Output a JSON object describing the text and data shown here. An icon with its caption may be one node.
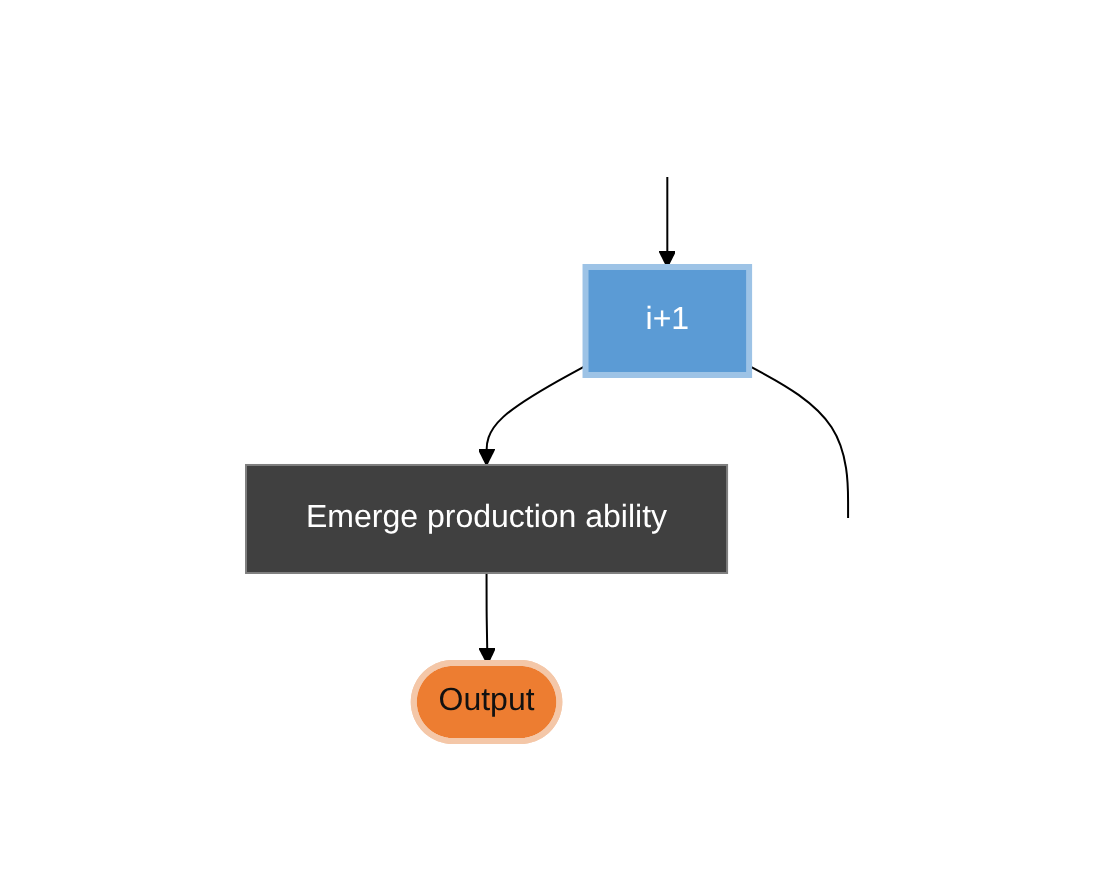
{
  "diagram": {
    "nodes": [
      {
        "text": [
          "i+1"
        ]
      },
      {
        "text": [
          "Emerge production ability"
        ]
      },
      {
        "text": [
          "Output"
        ]
      }
    ],
    "edges": [
      {
        "from": null,
        "to": 0,
        "arrow": "to"
      },
      {
        "from": 0,
        "to": 1,
        "arrow": "to"
      },
      {
        "from": 1,
        "to": 2,
        "arrow": "to"
      },
      {
        "from": 0,
        "to": null,
        "arrow": "none"
      }
    ]
  }
}
